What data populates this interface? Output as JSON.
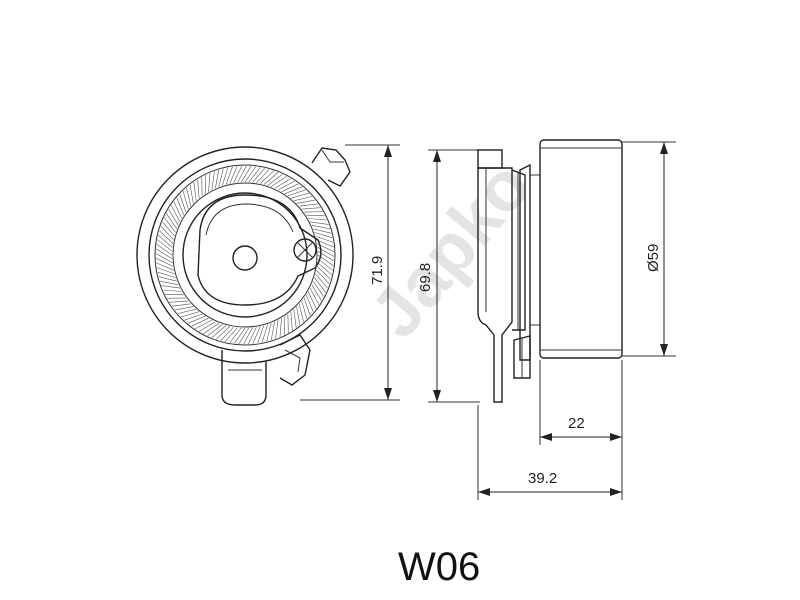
{
  "watermark": "Japko",
  "part_code": "W06",
  "dimensions": {
    "d1": "71.9",
    "d2": "69.8",
    "d3": "Ø59",
    "d4": "22",
    "d5": "39.2"
  }
}
